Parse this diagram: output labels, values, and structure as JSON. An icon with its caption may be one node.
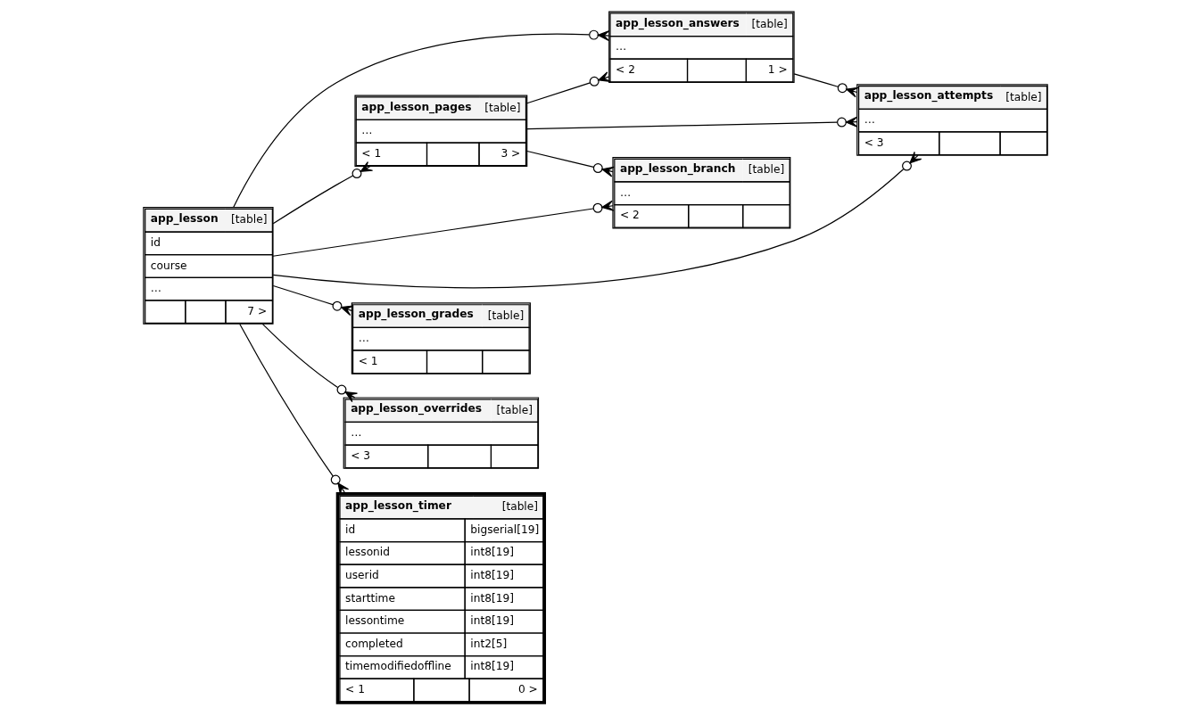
{
  "diagram": {
    "nodes": [
      {
        "text": [
          "app_lesson",
          "[table]",
          "id",
          "course",
          "…",
          "7 >"
        ]
      },
      {
        "text": [
          "app_lesson_answers",
          "[table]",
          "…",
          "< 2",
          "1 >"
        ]
      },
      {
        "text": [
          "app_lesson_attempts",
          "[table]",
          "…",
          "< 3"
        ]
      },
      {
        "text": [
          "app_lesson_pages",
          "[table]",
          "…",
          "< 1",
          "3 >"
        ]
      },
      {
        "text": [
          "app_lesson_branch",
          "[table]",
          "…",
          "< 2"
        ]
      },
      {
        "text": [
          "app_lesson_grades",
          "[table]",
          "…",
          "< 1"
        ]
      },
      {
        "text": [
          "app_lesson_overrides",
          "[table]",
          "…",
          "< 3"
        ]
      },
      {
        "text": [
          "app_lesson_timer",
          "[table]",
          "id",
          "bigserial[19]",
          "lessonid",
          "int8[19]",
          "userid",
          "int8[19]",
          "starttime",
          "int8[19]",
          "lessontime",
          "int8[19]",
          "completed",
          "int2[5]",
          "timemodifiedoffline",
          "int8[19]",
          "< 1",
          "0 >"
        ]
      }
    ],
    "edges": [
      {
        "from": 0,
        "to": 2,
        "arrow": "other"
      },
      {
        "from": 0,
        "to": 1,
        "arrow": "other"
      },
      {
        "from": 0,
        "to": 3,
        "arrow": "other"
      },
      {
        "from": 0,
        "to": 4,
        "arrow": "other"
      },
      {
        "from": 0,
        "to": 5,
        "arrow": "other"
      },
      {
        "from": 0,
        "to": 6,
        "arrow": "other"
      },
      {
        "from": 0,
        "to": 7,
        "arrow": "other"
      },
      {
        "from": 3,
        "to": 1,
        "arrow": "other"
      },
      {
        "from": 3,
        "to": 2,
        "arrow": "other"
      },
      {
        "from": 3,
        "to": 4,
        "arrow": "other"
      },
      {
        "from": 1,
        "to": 2,
        "arrow": "other"
      }
    ]
  }
}
